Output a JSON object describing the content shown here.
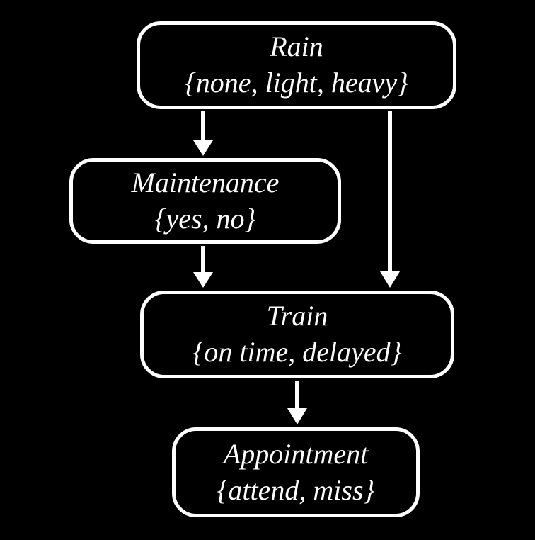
{
  "diagram": {
    "type": "bayesian-network",
    "colors": {
      "background": "#000000",
      "node_border": "#ffffff",
      "text": "#ffffff",
      "edge": "#ffffff"
    },
    "nodes": [
      {
        "id": "rain",
        "label": "Rain",
        "states": "{none, light, heavy}"
      },
      {
        "id": "maintenance",
        "label": "Maintenance",
        "states": "{yes, no}"
      },
      {
        "id": "train",
        "label": "Train",
        "states": "{on time, delayed}"
      },
      {
        "id": "appointment",
        "label": "Appointment",
        "states": "{attend, miss}"
      }
    ],
    "edges": [
      {
        "from": "rain",
        "to": "maintenance"
      },
      {
        "from": "rain",
        "to": "train"
      },
      {
        "from": "maintenance",
        "to": "train"
      },
      {
        "from": "train",
        "to": "appointment"
      }
    ]
  }
}
